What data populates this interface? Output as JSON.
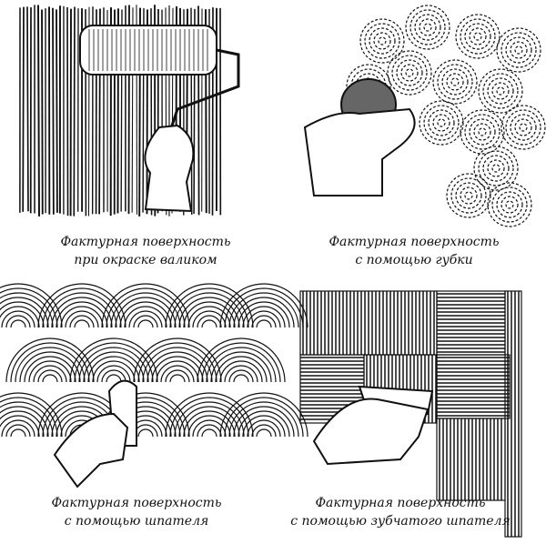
{
  "panels": [
    {
      "line1": "Фактурная поверхность",
      "line2": "при окраске валиком"
    },
    {
      "line1": "Фактурная поверхность",
      "line2": "с помощью губки"
    },
    {
      "line1": "Фактурная поверхность",
      "line2": "с помощью шпателя"
    },
    {
      "line1": "Фактурная поверхность",
      "line2": "с помощью зубчатого шпателя"
    }
  ],
  "colors": {
    "ink": "#111111",
    "paper": "#ffffff"
  }
}
